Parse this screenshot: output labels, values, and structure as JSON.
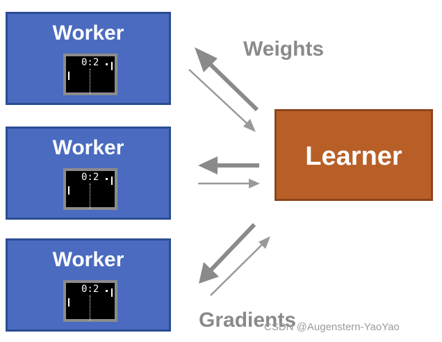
{
  "workers": [
    {
      "title": "Worker",
      "score": "0:2"
    },
    {
      "title": "Worker",
      "score": "0:2"
    },
    {
      "title": "Worker",
      "score": "0:2"
    }
  ],
  "learner": {
    "title": "Learner"
  },
  "labels": {
    "weights": "Weights",
    "gradients": "Gradients"
  },
  "watermark": "CSDN @Augenstern-YaoYao",
  "colors": {
    "worker_fill": "#4a6bc0",
    "worker_border": "#2b4c93",
    "learner_fill": "#b85f28",
    "arrow": "#8a8a8a"
  }
}
